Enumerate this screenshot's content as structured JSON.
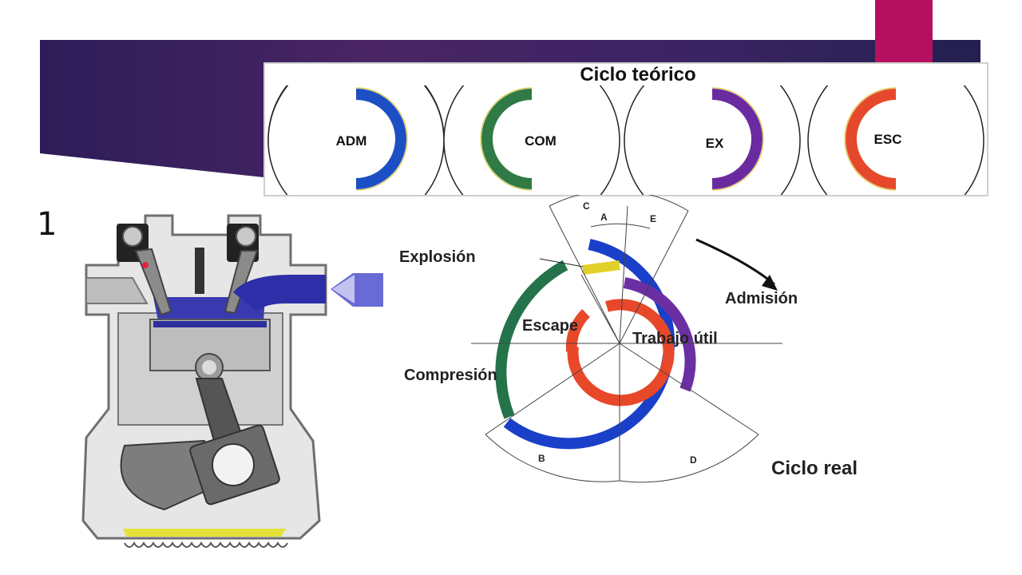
{
  "slide": {
    "number": "1"
  },
  "theory": {
    "title": "Ciclo teórico",
    "stages": [
      {
        "label": "ADM",
        "color": "#1d4fc4"
      },
      {
        "label": "COM",
        "color": "#2f7a45"
      },
      {
        "label": "EX",
        "color": "#6a2aa0"
      },
      {
        "label": "ESC",
        "color": "#e5482a"
      }
    ]
  },
  "real": {
    "title": "Ciclo real",
    "labels": {
      "explosion": "Explosión",
      "admision": "Admisión",
      "escape": "Escape",
      "trabajo": "Trabajo útil",
      "compresion": "Compresión"
    },
    "angle_letters": [
      "C",
      "A",
      "E",
      "B",
      "D"
    ]
  },
  "colors": {
    "banner": "#3a2462",
    "accent": "#b5105f",
    "admision": "#1a3fc8",
    "compresion": "#25734a",
    "trabajo": "#6b2fa3",
    "escape": "#e8482a",
    "explosion": "#e3cf2a"
  }
}
